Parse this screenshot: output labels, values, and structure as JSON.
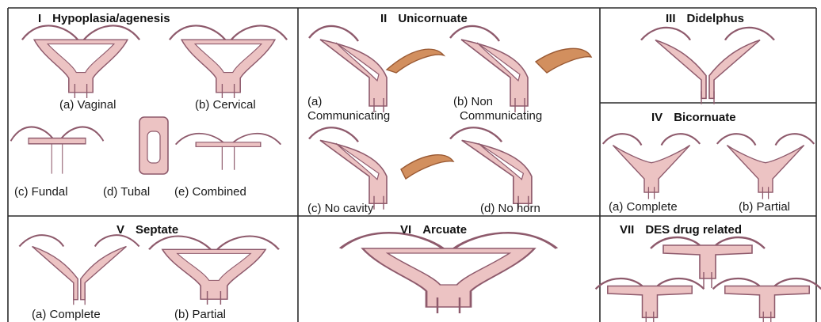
{
  "colors": {
    "grid": "#2b2b2b",
    "tissue_fill": "#ecc3c3",
    "tissue_stroke": "#8e5a6c",
    "tube_stroke": "#8e5a6c",
    "horn_fill": "#d28f5e",
    "inner_fill": "#ffffff"
  },
  "panels": [
    {
      "id": "I",
      "number": "I",
      "title": "Hypoplasia/agenesis",
      "labels": [
        "(a) Vaginal",
        "(b) Cervical",
        "(c) Fundal",
        "(d) Tubal",
        "(e) Combined"
      ]
    },
    {
      "id": "II",
      "number": "II",
      "title": "Unicornuate",
      "labels": [
        "(a)",
        "Communicating",
        "(b) Non",
        "Communicating",
        "(c) No cavity",
        "(d) No horn"
      ]
    },
    {
      "id": "III",
      "number": "III",
      "title": "Didelphus",
      "labels": []
    },
    {
      "id": "IV",
      "number": "IV",
      "title": "Bicornuate",
      "labels": [
        "(a) Complete",
        "(b) Partial"
      ]
    },
    {
      "id": "V",
      "number": "V",
      "title": "Septate",
      "labels": [
        "(a) Complete",
        "(b) Partial"
      ]
    },
    {
      "id": "VI",
      "number": "VI",
      "title": "Arcuate",
      "labels": []
    },
    {
      "id": "VII",
      "number": "VII",
      "title": "DES drug related",
      "labels": []
    }
  ]
}
